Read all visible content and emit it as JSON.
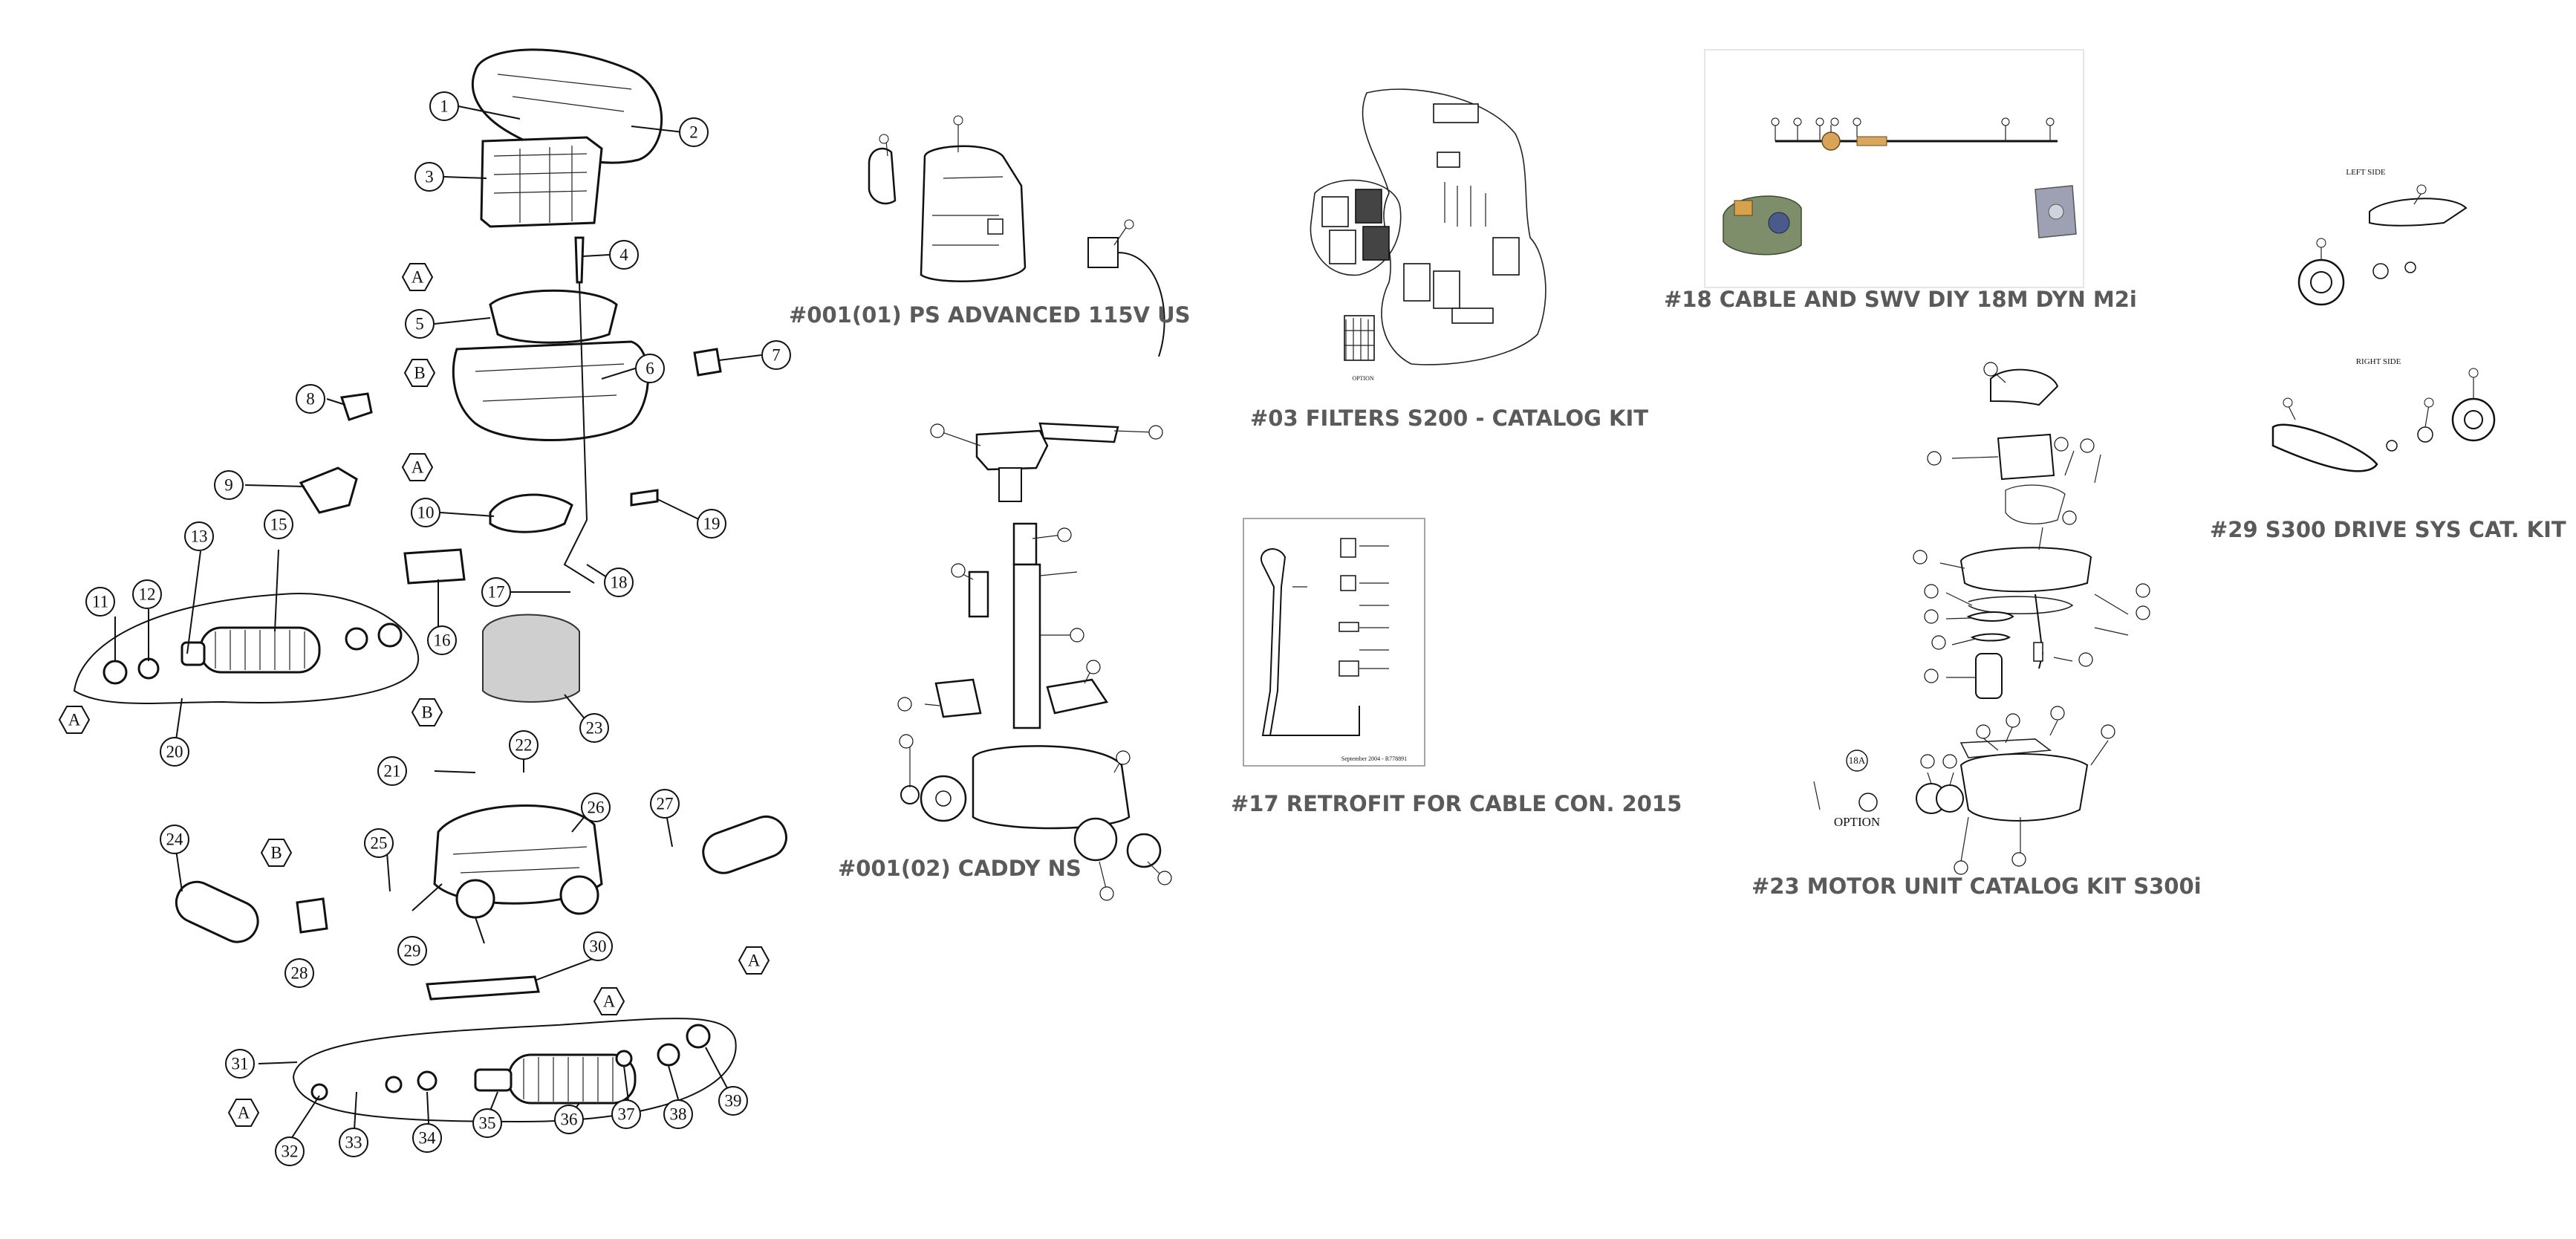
{
  "main_diagram": {
    "callouts": [
      "1",
      "2",
      "3",
      "4",
      "5",
      "6",
      "7",
      "8",
      "9",
      "10",
      "11",
      "12",
      "13",
      "15",
      "16",
      "17",
      "18",
      "19",
      "20",
      "21",
      "22",
      "23",
      "24",
      "25",
      "26",
      "27",
      "28",
      "29",
      "30",
      "31",
      "32",
      "33",
      "34",
      "35",
      "36",
      "37",
      "38",
      "39"
    ],
    "ref_letters": [
      "A",
      "B",
      "A",
      "A",
      "B",
      "B",
      "A",
      "A",
      "A"
    ]
  },
  "panels": {
    "ps_advanced": {
      "caption": "#001(01) PS ADVANCED 115V US"
    },
    "caddy": {
      "caption": "#001(02) CADDY NS"
    },
    "filters": {
      "caption": "#03 FILTERS S200 - CATALOG KIT",
      "option_label": "OPTION"
    },
    "retrofit": {
      "caption": "#17 RETROFIT FOR CABLE CON. 2015",
      "footnote": "September 2004 - R778891"
    },
    "cable_swivel": {
      "caption": "#18 CABLE AND SWV DIY 18M DYN M2i"
    },
    "motor_unit": {
      "caption": "#23 MOTOR UNIT CATALOG KIT S300i",
      "option_label": "OPTION",
      "option_number": "18A"
    },
    "drive_system": {
      "caption": "#29 S300 DRIVE SYS CAT. KIT",
      "left_label": "LEFT SIDE",
      "right_label": "RIGHT SIDE"
    }
  }
}
